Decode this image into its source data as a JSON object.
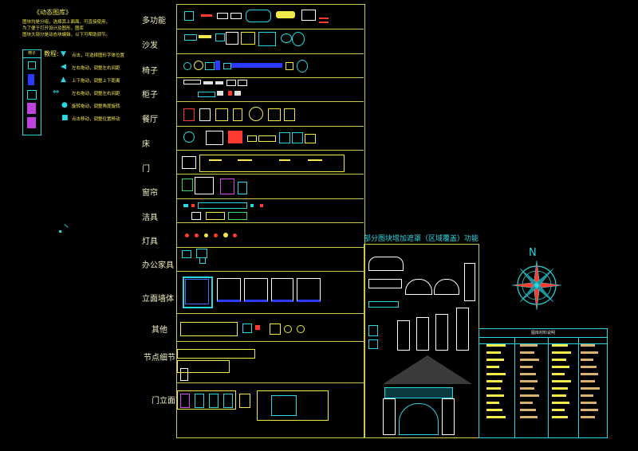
{
  "intro": {
    "title": "《动态图库》",
    "lines": [
      "图块均是分组，选择其上面面，可直接使用，",
      "为了便于打开设计及图形，图库",
      "图块大部分是动态块编辑，以下可帮助调节。"
    ]
  },
  "legend": {
    "box_title": "椅子",
    "heading": "教程:",
    "items": [
      "点击，可选择图形字体位置",
      "左右拖动，调整左右间距",
      "上下拖动，调整上下距离",
      "左右拖动，调整左右间距",
      "旋转拖动，调整角度旋转",
      "点击移动，调整位置移动"
    ]
  },
  "categories": [
    "多功能",
    "沙发",
    "椅子",
    "柜子",
    "餐厅",
    "床",
    "门",
    "窗帘",
    "洁具",
    "灯具",
    "办公家具",
    "立面墙体",
    "其他",
    "节点细节",
    "门立面"
  ],
  "region_title": "部分图块增加遮罩（区域覆盖）功能",
  "compass": {
    "north_label": "N"
  },
  "table": {
    "title": "图库材料说明",
    "headers": [
      "",
      "",
      ""
    ]
  },
  "colors": {
    "frame": "#c8c850",
    "cyan": "#29d7e0",
    "yellow": "#f2e94b",
    "red": "#ff3b30",
    "background": "#000000"
  }
}
